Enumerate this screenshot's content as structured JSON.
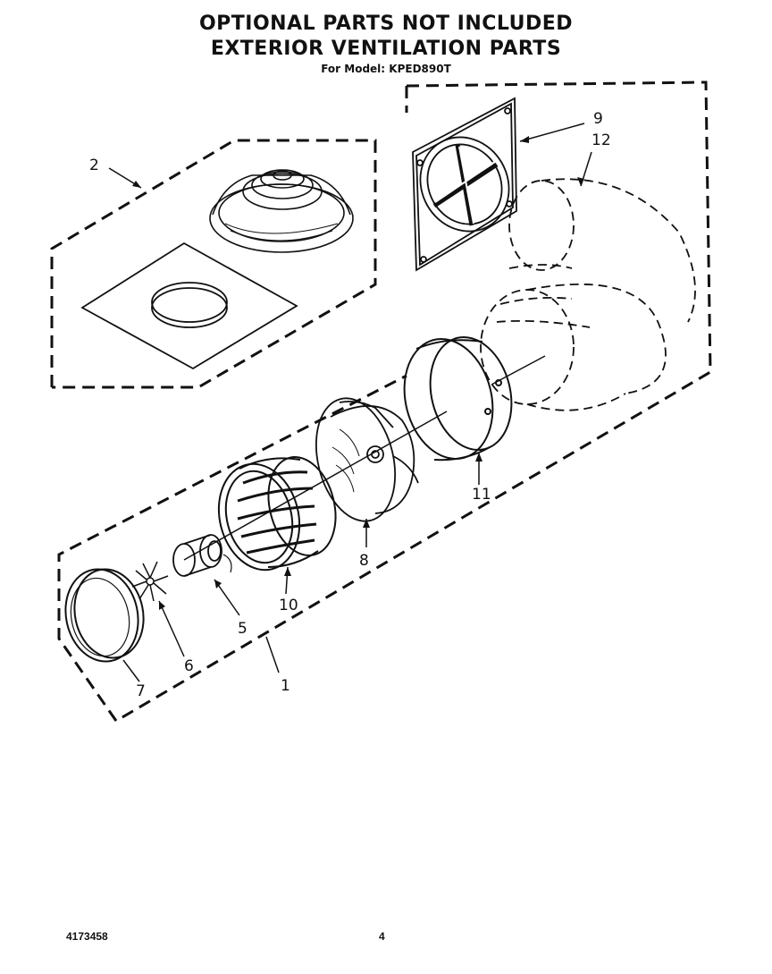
{
  "header": {
    "title_line1": "OPTIONAL PARTS NOT INCLUDED",
    "title_line2": "EXTERIOR VENTILATION PARTS",
    "model_line": "For Model:  KPED890T"
  },
  "callouts": {
    "c1": "1",
    "c2": "2",
    "c5": "5",
    "c6": "6",
    "c7": "7",
    "c8": "8",
    "c9": "9",
    "c10": "10",
    "c11": "11",
    "c12": "12"
  },
  "footer": {
    "doc_number": "4173458",
    "page_number": "4"
  }
}
